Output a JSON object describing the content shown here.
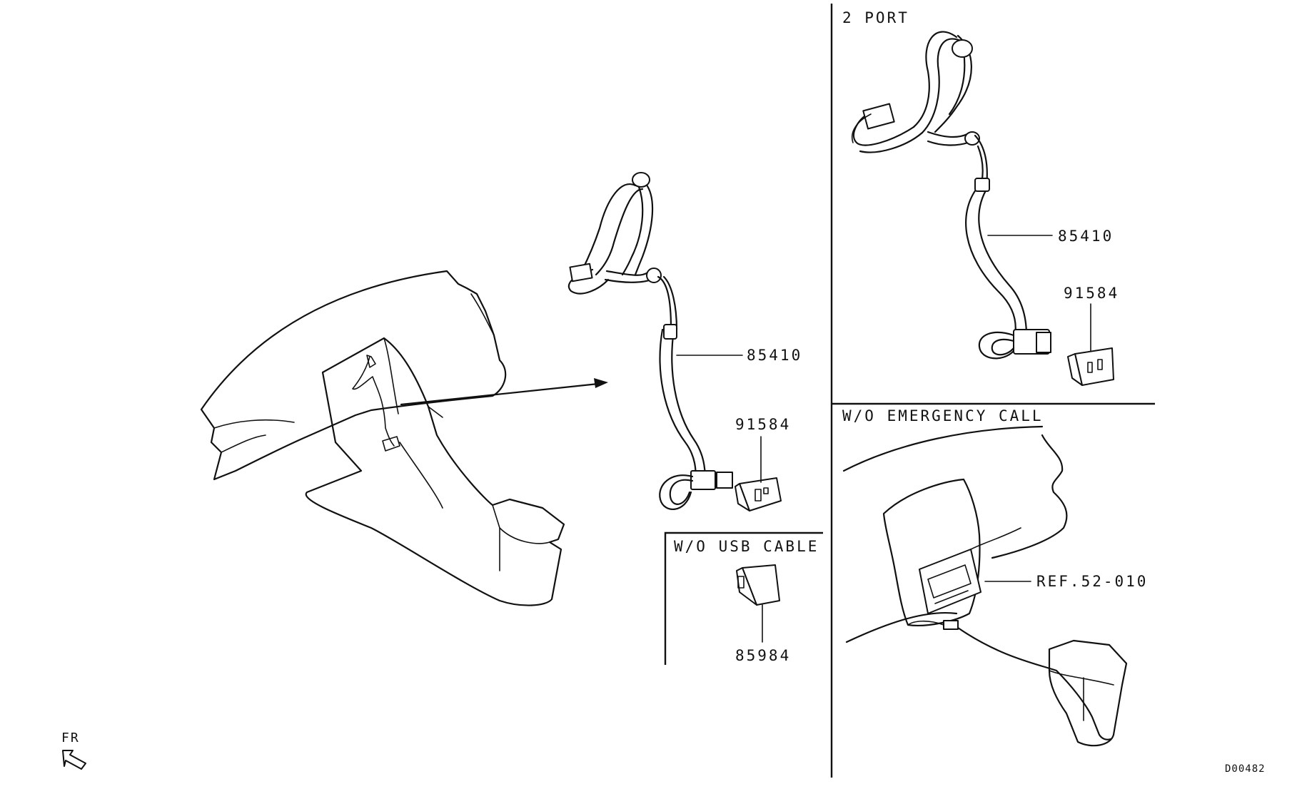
{
  "main": {
    "callout_harness": "85410",
    "callout_usb_port": "91584"
  },
  "box_wo_usb": {
    "header": "W/O USB CABLE",
    "callout_cover": "85984"
  },
  "panel_2port": {
    "header": "2 PORT",
    "callout_harness": "85410",
    "callout_usb_port": "91584"
  },
  "panel_wo_emergency": {
    "header": "W/O EMERGENCY CALL",
    "callout_ref": "REF.52-010"
  },
  "orientation": {
    "label": "FR",
    "icon": "front-arrow-icon"
  },
  "diagram_id": "D00482"
}
